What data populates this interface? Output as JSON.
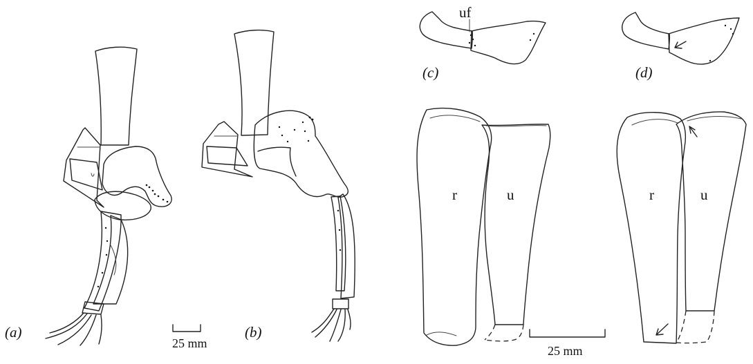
{
  "panels": {
    "a": "(a)",
    "b": "(b)",
    "c": "(c)",
    "d": "(d)"
  },
  "labels": {
    "uf": "uf",
    "r_left": "r",
    "u_left": "u",
    "r_right": "r",
    "u_right": "u"
  },
  "scales": {
    "left": "25 mm",
    "right": "25 mm"
  }
}
